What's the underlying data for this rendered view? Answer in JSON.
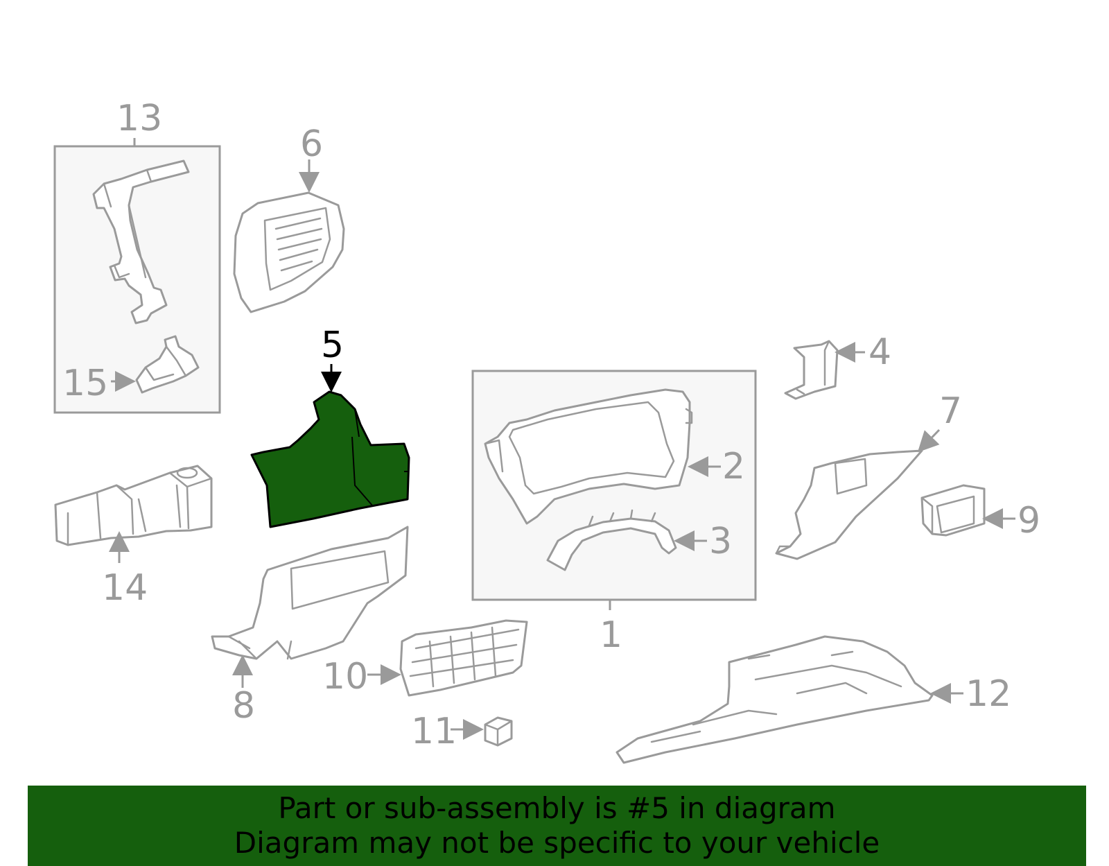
{
  "highlight_color": "#155f0d",
  "line_color": "#9a9a9a",
  "callouts": {
    "c1": "1",
    "c2": "2",
    "c3": "3",
    "c4": "4",
    "c5": "5",
    "c6": "6",
    "c7": "7",
    "c8": "8",
    "c9": "9",
    "c10": "10",
    "c11": "11",
    "c12": "12",
    "c13": "13",
    "c14": "14",
    "c15": "15"
  },
  "highlighted_part": "5",
  "banner": {
    "line1": "Part or sub-assembly is #5 in diagram",
    "line2": "Diagram may not be specific to your vehicle"
  }
}
